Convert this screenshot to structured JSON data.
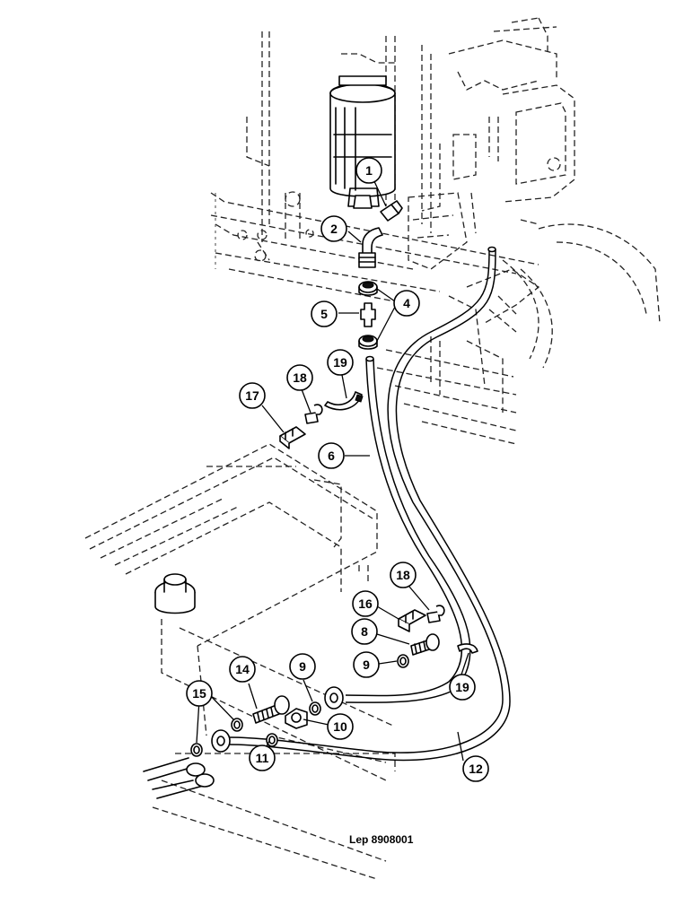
{
  "figure": {
    "caption": "Lep 8908001"
  },
  "callouts": [
    {
      "id": "callout-1",
      "label": "1"
    },
    {
      "id": "callout-2",
      "label": "2"
    },
    {
      "id": "callout-4",
      "label": "4"
    },
    {
      "id": "callout-5",
      "label": "5"
    },
    {
      "id": "callout-19-top",
      "label": "19"
    },
    {
      "id": "callout-18-top",
      "label": "18"
    },
    {
      "id": "callout-17",
      "label": "17"
    },
    {
      "id": "callout-6",
      "label": "6"
    },
    {
      "id": "callout-18-bottom",
      "label": "18"
    },
    {
      "id": "callout-16",
      "label": "16"
    },
    {
      "id": "callout-8",
      "label": "8"
    },
    {
      "id": "callout-9-right",
      "label": "9"
    },
    {
      "id": "callout-9-left",
      "label": "9"
    },
    {
      "id": "callout-14",
      "label": "14"
    },
    {
      "id": "callout-15",
      "label": "15"
    },
    {
      "id": "callout-10",
      "label": "10"
    },
    {
      "id": "callout-11",
      "label": "11"
    },
    {
      "id": "callout-19-bottom",
      "label": "19"
    },
    {
      "id": "callout-12",
      "label": "12"
    }
  ]
}
